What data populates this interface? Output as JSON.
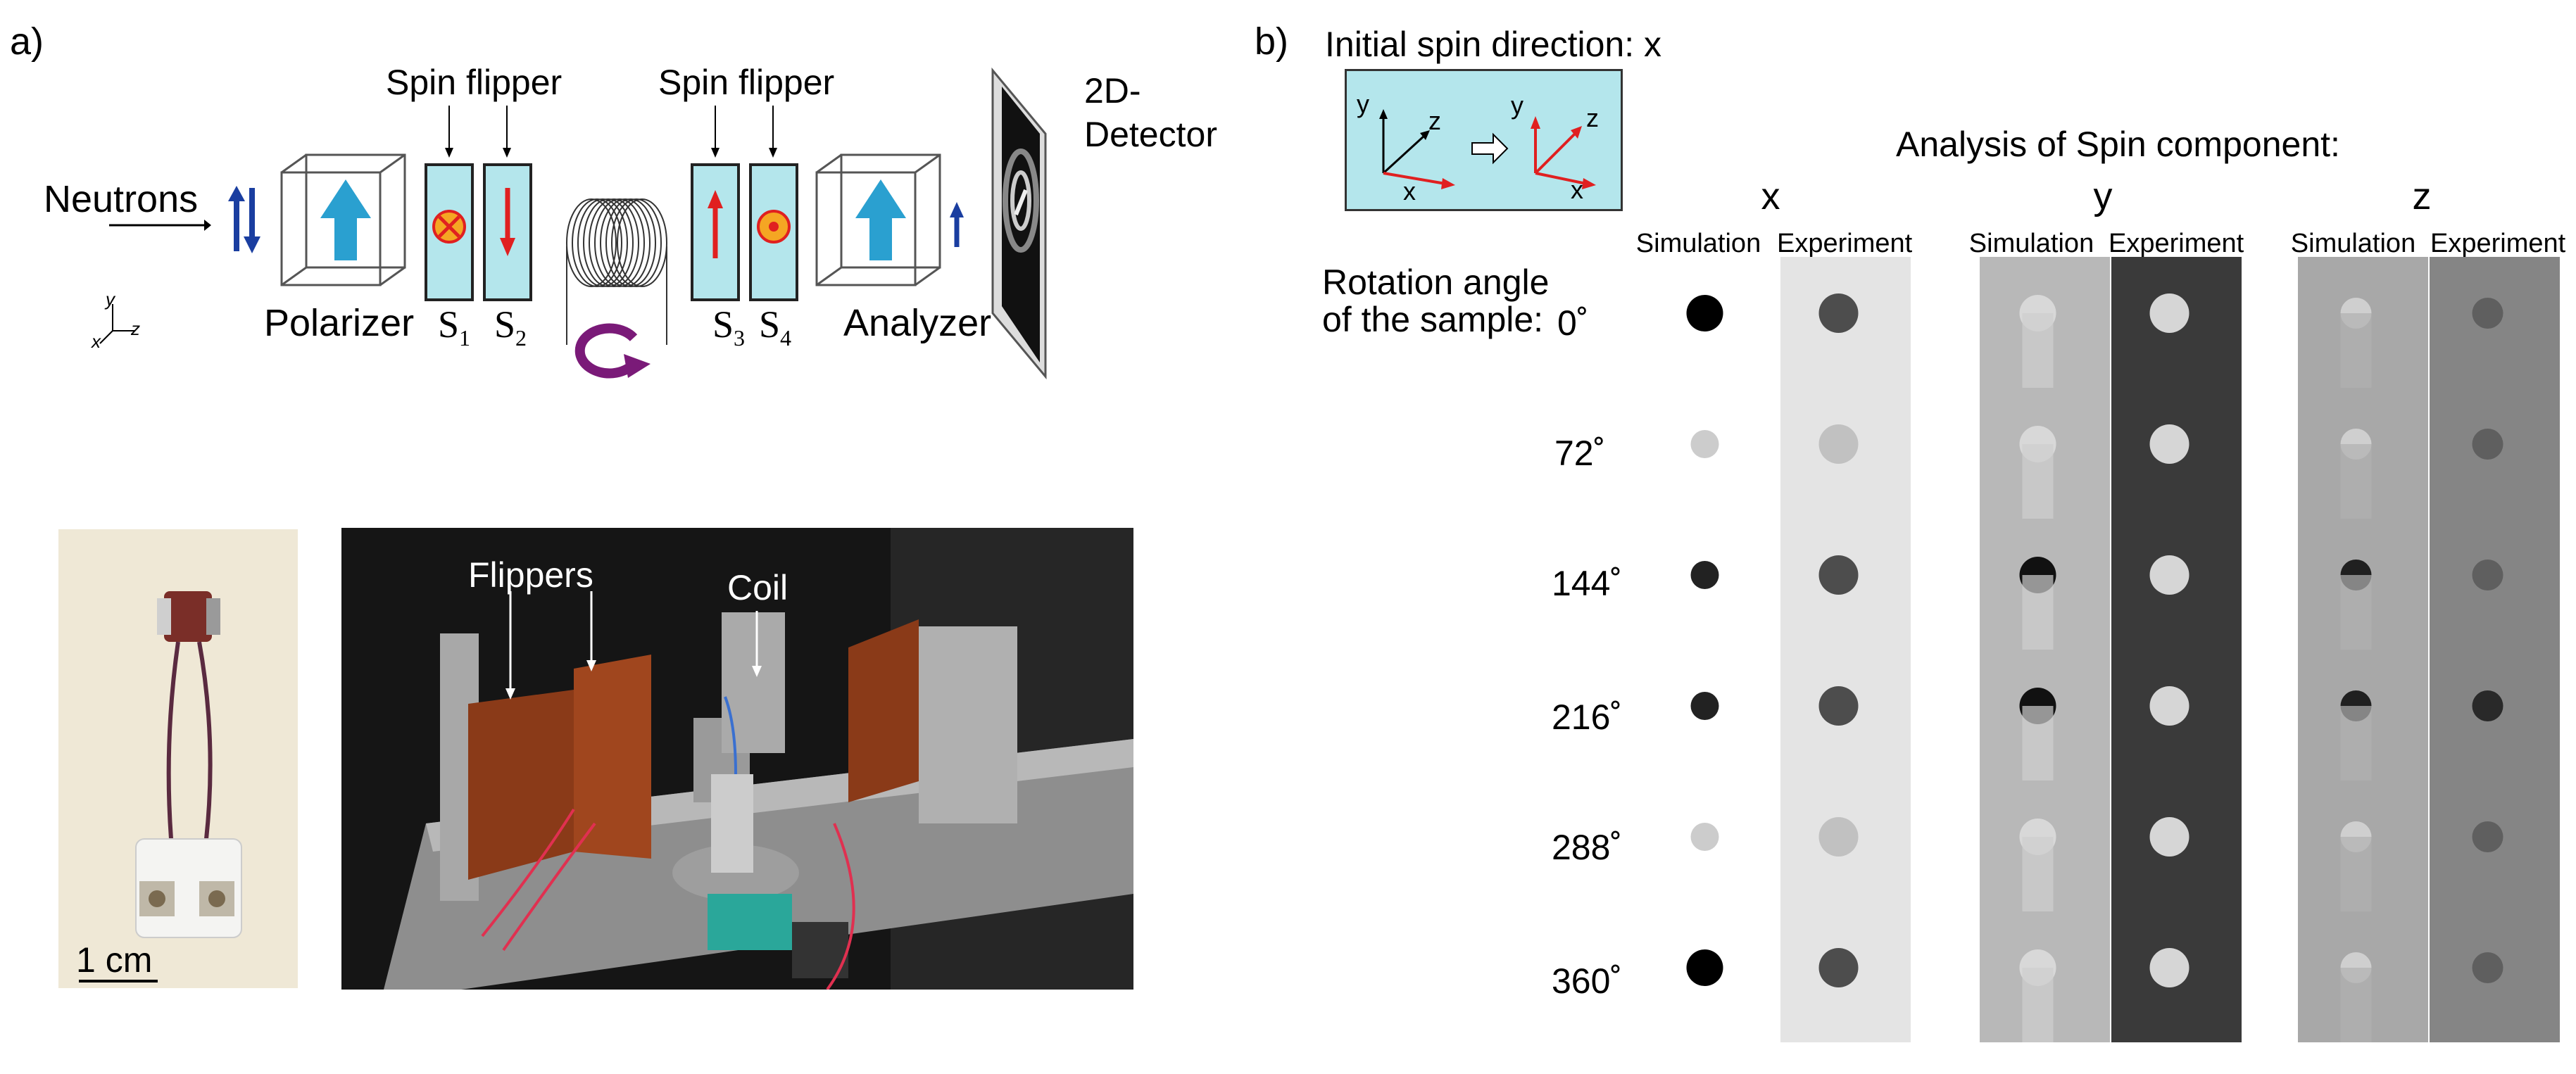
{
  "panel_a": {
    "label": "a)",
    "neutrons": "Neutrons",
    "spin_flipper_1": "Spin flipper",
    "spin_flipper_2": "Spin flipper",
    "detector_line1": "2D-",
    "detector_line2": "Detector",
    "polarizer": "Polarizer",
    "analyzer": "Analyzer",
    "s1": "S",
    "s1_sub": "1",
    "s2": "S",
    "s2_sub": "2",
    "s3": "S",
    "s3_sub": "3",
    "s4": "S",
    "s4_sub": "4",
    "axis_x": "x",
    "axis_y": "y",
    "axis_z": "z",
    "scale_bar": "1 cm",
    "photo_flippers": "Flippers",
    "photo_coil": "Coil"
  },
  "panel_b": {
    "label": "b)",
    "initial_spin": "Initial spin direction: x",
    "analysis_title": "Analysis of Spin component:",
    "rotation_line1": "Rotation angle",
    "rotation_line2": "of the sample:",
    "components": [
      "x",
      "y",
      "z"
    ],
    "col_simulation": "Simulation",
    "col_experiment": "Experiment",
    "angles": [
      "0˚",
      "72˚",
      "144˚",
      "216˚",
      "288˚",
      "360˚"
    ],
    "inset_axes": {
      "x": "x",
      "y": "y",
      "z": "z"
    }
  },
  "colors": {
    "cyan_box": "#b4e6ec",
    "arrow_red": "#e02020",
    "arrow_blue": "#1a3ea0",
    "big_arrow": "#2aa0d0",
    "purple_arrow": "#7a1a78",
    "flipper_orange": "#f5a623"
  }
}
